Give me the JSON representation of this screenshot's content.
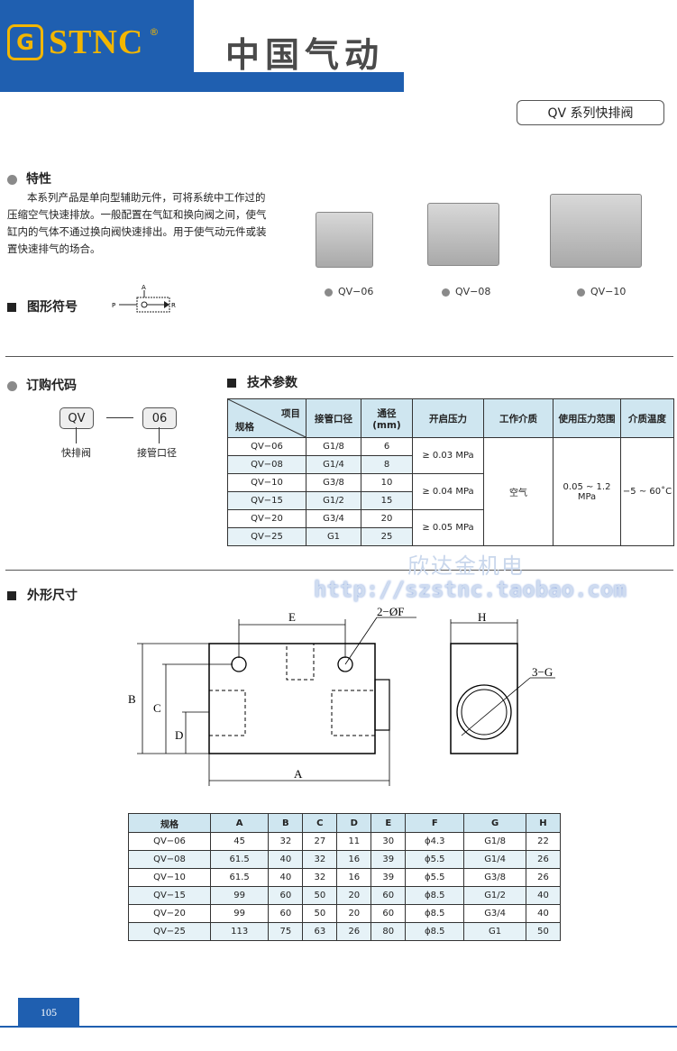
{
  "header": {
    "logo_letter": "G",
    "logo_text": "STNC",
    "logo_reg": "®",
    "brand_cn": "中国气动",
    "series_title": "QV 系列快排阀"
  },
  "features": {
    "title": "特性",
    "description": "本系列产品是单向型辅助元件，可将系统中工作过的压缩空气快速排放。一般配置在气缸和换向阀之间，使气缸内的气体不通过换向阀快速排出。用于使气动元件或装置快速排气的场合。",
    "products": [
      "QV−06",
      "QV−08",
      "QV−10"
    ]
  },
  "symbol": {
    "title": "图形符号",
    "port_a": "A",
    "port_p": "P",
    "port_r": "R"
  },
  "order": {
    "title": "订购代码",
    "code1": "QV",
    "code2": "06",
    "label1": "快排阀",
    "label2": "接管口径"
  },
  "tech": {
    "title": "技术参数",
    "header_item": "项目",
    "header_spec": "规格",
    "columns": [
      "接管口径",
      "通径 (mm)",
      "开启压力",
      "工作介质",
      "使用压力范围",
      "介质温度"
    ],
    "rows": [
      {
        "model": "QV−06",
        "port": "G1/8",
        "bore": "6"
      },
      {
        "model": "QV−08",
        "port": "G1/4",
        "bore": "8"
      },
      {
        "model": "QV−10",
        "port": "G3/8",
        "bore": "10"
      },
      {
        "model": "QV−15",
        "port": "G1/2",
        "bore": "15"
      },
      {
        "model": "QV−20",
        "port": "G3/4",
        "bore": "20"
      },
      {
        "model": "QV−25",
        "port": "G1",
        "bore": "25"
      }
    ],
    "open_pressure": [
      "≥ 0.03 MPa",
      "≥ 0.04 MPa",
      "≥ 0.05 MPa"
    ],
    "medium": "空气",
    "pressure_range": "0.05 ~ 1.2 MPa",
    "temperature": "−5 ~ 60˚C"
  },
  "watermark": {
    "cn": "欣达金机电",
    "url": "http://szstnc.taobao.com"
  },
  "dimensions": {
    "title": "外形尺寸",
    "drawing_labels": {
      "a": "A",
      "b": "B",
      "c": "C",
      "d": "D",
      "e": "E",
      "f": "2−ØF",
      "h": "H",
      "g": "3−G"
    },
    "columns": [
      "规格",
      "A",
      "B",
      "C",
      "D",
      "E",
      "F",
      "G",
      "H"
    ],
    "rows": [
      [
        "QV−06",
        "45",
        "32",
        "27",
        "11",
        "30",
        "ϕ4.3",
        "G1/8",
        "22"
      ],
      [
        "QV−08",
        "61.5",
        "40",
        "32",
        "16",
        "39",
        "ϕ5.5",
        "G1/4",
        "26"
      ],
      [
        "QV−10",
        "61.5",
        "40",
        "32",
        "16",
        "39",
        "ϕ5.5",
        "G3/8",
        "26"
      ],
      [
        "QV−15",
        "99",
        "60",
        "50",
        "20",
        "60",
        "ϕ8.5",
        "G1/2",
        "40"
      ],
      [
        "QV−20",
        "99",
        "60",
        "50",
        "20",
        "60",
        "ϕ8.5",
        "G3/4",
        "40"
      ],
      [
        "QV−25",
        "113",
        "75",
        "63",
        "26",
        "80",
        "ϕ8.5",
        "G1",
        "50"
      ]
    ]
  },
  "page_number": "105",
  "colors": {
    "brand_blue": "#1f5fb0",
    "logo_gold": "#f2b600",
    "table_header": "#cfe6f0"
  }
}
